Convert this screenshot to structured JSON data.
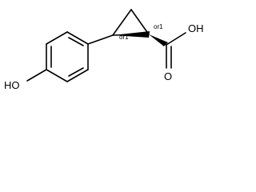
{
  "molecule": {
    "atom_labels": {
      "phenol_oxygen": "HO",
      "acid_hydroxyl": "OH",
      "carbonyl_oxygen": "O"
    },
    "stereo_labels": {
      "ring_c1": "or1",
      "ring_c2": "or1"
    },
    "colors": {
      "bond": "#000000",
      "text": "#000000",
      "background": "#ffffff"
    }
  }
}
